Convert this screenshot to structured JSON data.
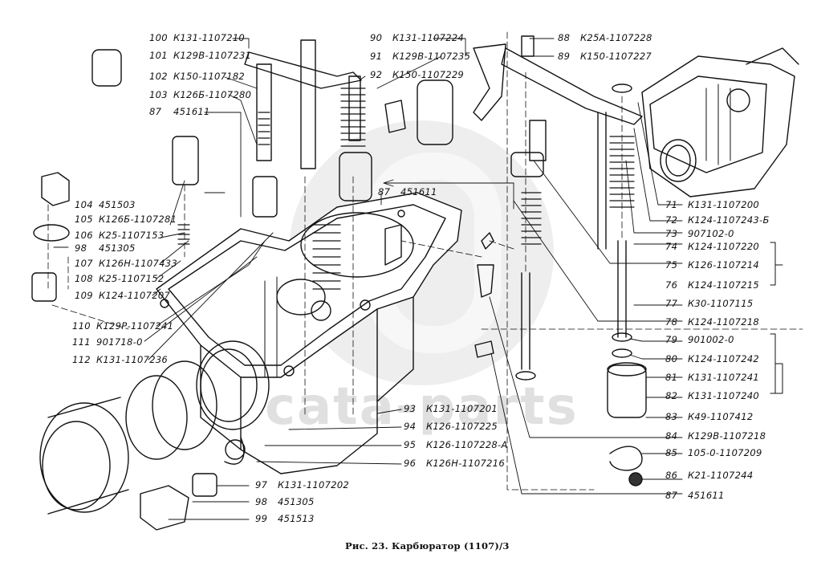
{
  "figure": {
    "caption": "Рис. 23. Карбюратор (1107)/3",
    "watermark_text": "cata-parts"
  },
  "parts": {
    "left": [
      {
        "num": "100",
        "code": "К131-1107210"
      },
      {
        "num": "101",
        "code": "К129В-1107231"
      },
      {
        "num": "102",
        "code": "К150-1107182"
      },
      {
        "num": "103",
        "code": "К126Б-1107280"
      },
      {
        "num": "87",
        "code": "451611"
      },
      {
        "num": "104",
        "code": "451503"
      },
      {
        "num": "105",
        "code": "К126Б-1107281"
      },
      {
        "num": "106",
        "code": "К25-1107153"
      },
      {
        "num": "98",
        "code": "451305"
      },
      {
        "num": "107",
        "code": "К126Н-1107433"
      },
      {
        "num": "108",
        "code": "К25-1107152"
      },
      {
        "num": "109",
        "code": "К124-1107207"
      },
      {
        "num": "110",
        "code": "К129Р-1107241"
      },
      {
        "num": "111",
        "code": "901718-0"
      },
      {
        "num": "112",
        "code": "К131-1107236"
      }
    ],
    "top_center": [
      {
        "num": "90",
        "code": "К131-1107224"
      },
      {
        "num": "91",
        "code": "К129В-1107235"
      },
      {
        "num": "92",
        "code": "К150-1107229"
      },
      {
        "num": "87",
        "code": "451611"
      }
    ],
    "top_right": [
      {
        "num": "88",
        "code": "К25А-1107228"
      },
      {
        "num": "89",
        "code": "К150-1107227"
      }
    ],
    "right": [
      {
        "num": "71",
        "code": "К131-1107200"
      },
      {
        "num": "72",
        "code": "К124-1107243-Б"
      },
      {
        "num": "73",
        "code": "907102-0"
      },
      {
        "num": "74",
        "code": "К124-1107220"
      },
      {
        "num": "75",
        "code": "К126-1107214"
      },
      {
        "num": "76",
        "code": "К124-1107215"
      },
      {
        "num": "77",
        "code": "К30-1107115"
      },
      {
        "num": "78",
        "code": "К124-1107218"
      },
      {
        "num": "79",
        "code": "901002-0"
      },
      {
        "num": "80",
        "code": "К124-1107242"
      },
      {
        "num": "81",
        "code": "К131-1107241"
      },
      {
        "num": "82",
        "code": "К131-1107240"
      },
      {
        "num": "83",
        "code": "К49-1107412"
      },
      {
        "num": "84",
        "code": "К129В-1107218"
      },
      {
        "num": "85",
        "code": "105-0-1107209"
      },
      {
        "num": "86",
        "code": "К21-1107244"
      },
      {
        "num": "87",
        "code": "451611"
      }
    ],
    "bottom_center": [
      {
        "num": "93",
        "code": "К131-1107201"
      },
      {
        "num": "94",
        "code": "К126-1107225"
      },
      {
        "num": "95",
        "code": "К126-1107228-А"
      },
      {
        "num": "96",
        "code": "К126Н-1107216"
      },
      {
        "num": "97",
        "code": "К131-1107202"
      },
      {
        "num": "98",
        "code": "451305"
      },
      {
        "num": "99",
        "code": "451513"
      }
    ]
  }
}
